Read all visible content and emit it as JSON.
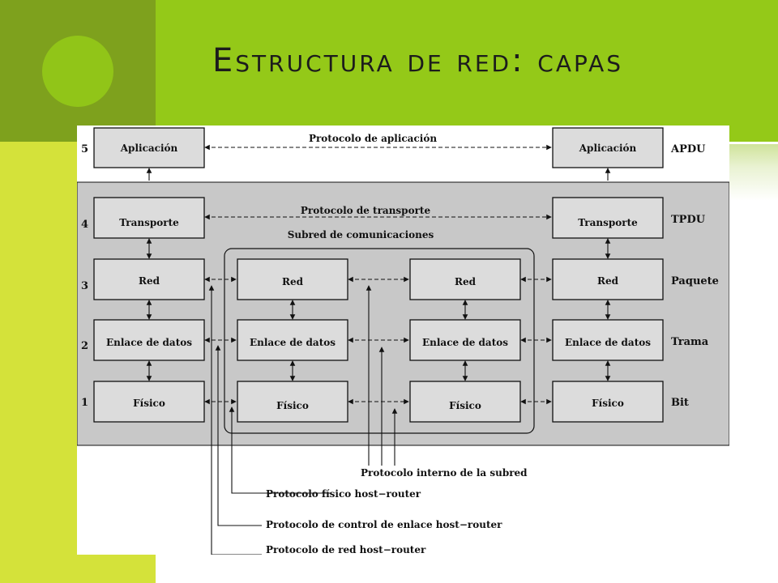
{
  "slide": {
    "title": "Estructura de red: capas",
    "colors": {
      "green_band": "#94c918",
      "dark_green": "#7ea11d",
      "yellow_green": "#d4e23a",
      "diagram_gray": "#c8c8c8"
    }
  },
  "diagram": {
    "layer_numbers": [
      "5",
      "4",
      "3",
      "2",
      "1"
    ],
    "layer_units": [
      "APDU",
      "TPDU",
      "Paquete",
      "Trama",
      "Bit"
    ],
    "host_stack": [
      "Aplicación",
      "Transporte",
      "Red",
      "Enlace de datos",
      "Físico"
    ],
    "router_stack": [
      "Red",
      "Enlace de datos",
      "Físico"
    ],
    "protocol_application": "Protocolo de aplicación",
    "protocol_transport": "Protocolo de transporte",
    "subnet_label": "Subred de comunicaciones",
    "callouts": [
      "Protocolo interno de la subred",
      "Protocolo físico host−router",
      "Protocolo de control de enlace host−router",
      "Protocolo de red host−router"
    ]
  }
}
